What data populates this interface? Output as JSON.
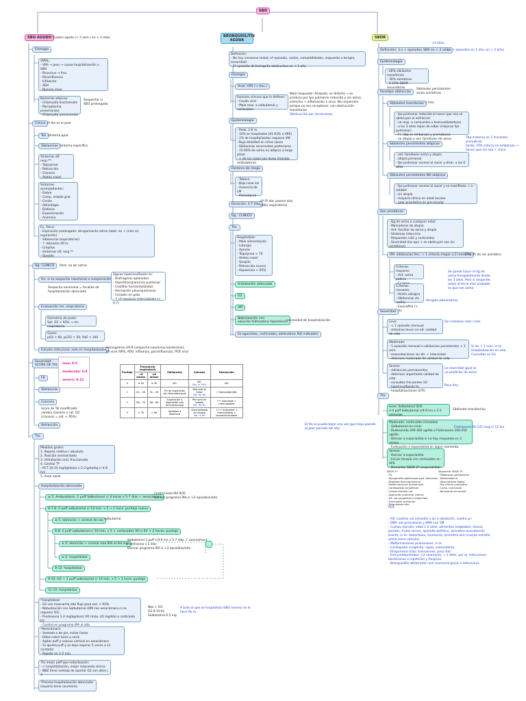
{
  "root": "SBO",
  "sbo_agudo": {
    "title": "SBO AGUDO",
    "subtitle": "Cuadro agudo (< 2 sem.) en < 3 años",
    "etiologia": "Etiología",
    "virales": "VIRAL:\n- VRS → peor → causa hospitalización x SBO\n- Rinovirus → frec.\n- Parainfluenza\n- Influenza\n- ADV\n- Nuevos virus",
    "bacterias": "Bacterias atípicas:\n- Chlamydia trachomatis\n- Mycoplasma pneumoniae\n- Chlamydia pneumoniae",
    "sospechar": "Sospechar si\nSBO prolongado",
    "clinica": "Clínica",
    "clinica_note": "3º día es el peor",
    "tos": "Tos",
    "tos_note": "Síntoma ppal.",
    "sibilancias": "Sibilancias",
    "sibilancias_note": "Síntoma específico",
    "sintomas_resp": "Síntomas dif. resp.**:\n- Taquipnea\n- Retracción\n- Cianosis\n- Aleteo nasal",
    "acompanantes": "Síntomas acompañantes:\n- Fiebre\n- Comp. estado gral.\n- Coriza\n- Odinofagia\n- Disfonía\n- Expectoración\n- Anorexia",
    "ex_fisico": "Ex. físico:\n- Espiración prolongada: atrapamiento aéreo (obst. ex + crisis en espiración)\n- Sibilancias (espiratorias)\n- ↑ diámetro AP tx\n- Crepitos\n- Síntomas dif. resp.**\n- Quejido",
    "dg": "Dg",
    "dg_val": "CLÍNICO",
    "rx_rutina": "Rxtx: no de rutina",
    "rx": "Rx",
    "rx_sospecha": "si se sospecha neumonía o complicación",
    "signos_hiper": "Signos hiperinsuflación tx:\n- Diafragmas aplanados\n- Hiperttransparencia pulmonar\n- Costillas horizontalizadas\n- Herniación pleuropulmonar\n- Corazón en gota\n- ↑ nº espacios intercostales (> 6-7)",
    "sospecha_neumonia": "Sospecha neumonía = focaliza de\nhospitalización abreviada",
    "eval_resp": "Evaluación res. respiratoria",
    "oximetria": "Oximetría de pulso:\nSat. O2 < 93% → res. respiratoria",
    "gases": "Gases:\npO2 < 60, pCO2 > 50, PaFi < 300",
    "estudio": "Estudio infeccioso",
    "estudio_val": "solo en hospitalizados",
    "hemograma": "Hemograma+PCR (sospecha neumonía bacteriana),\nIFI viral (VRS, ADV, influenza, parainfluenza), PCR viral",
    "severidad": "Severidad:\nSCORE DE TAL",
    "leve": "- leve: 0-5",
    "moderada": "- moderada: 6-8",
    "severo": "- severo: 9-12",
    "fr": "FR",
    "sibilancias2": "Sibilancias",
    "cianosis": "Cianosis",
    "cianosis_note": "Score de Tal modificado:\ncambia cianosis x sat. O2\n(cianosis = sat. < 95%)",
    "retraccion": "Retracción",
    "tto": "Tto.",
    "medidas": "Medidas grales:\n1. Reposo relativo / absoluto\n2. Posición semisentado\n3. Hidratación oral, fraccionada\n4. Control Tº\n - PCT 10-15 mg/kg/dosis c-2-3 gota/kg c/ 4-6 hrs\n5. Aseo nasal",
    "hosp_abreviada": "Hospitalización abreviada",
    "step1": "≤ 5: Ambulatorio: 2 puff Salbutamol c/ 4 horas x 5-7 días + aerocámara",
    "step1_note": "- Control bala IRA SOS\n- Derivar programa IRA si >3 episodios/año",
    "step2": "6-7-8: 2 puff salbutamol c/ 10 min. x 5 → 1 hora: puntaje nuevo",
    "step3": "≤ 5: domicilio + control de sos",
    "step3_note": "salbutamol",
    "step4": "6-8: 2 puff salbutamol c/ 10 min. x 5 + corticoides VO o EV → 2 horas: puntaje",
    "step5": "≤ 5: domicilio + control sala IRA al día sig.",
    "step5_note": "Salbutamol 2 puff c/4-6 hrs x 5-7 días. C aerocámara\nPrednisona x 5 días\nDerivar programa IRA si >3 episodios/año",
    "step6": "≥ 6: hospitalizar",
    "step7": "9-12: hospitalizar",
    "step8": "9-10: O2 + 2 puff salbutamol c/ 10 min. x 5 → 1 hora: puntaje",
    "step9": "11-12: hospitalizar",
    "hospitalizar": "*Hospitalizar:\n- O2 con mascarilla alto flujo para sat. > 93%\n- Nebulización con Salbutamol (DM con aerocámara si no requiere O2)\n- Prednisona 1-2 mg/kg/dosis VO (máx. 40 mg/día) o corticoide EV\n- Control en programa IRA al alta",
    "neb_note": "Nbz + O2:\nO2 8-10 lts\nSalbutamol 0,5 mg",
    "neb_blue": "A todo el que se hospitaliza (SBO severo) se le\nhace Rx tx",
    "aerocamara": "*Aerocámara:\n- Sentado o de pie, evitar llanto\n- Debe cubrir boca y nariz\n- Agitar puff y colocar vertical en aerocámara\n- 5s apreta puff y se deja respirar 5 veces o x1 contador\n- Repetir en 1-2 min.",
    "puff_note": "*Es mejor puff que nebulización:\n- < hospitalización, mejor respuesta clínica\n- NBZ tiene ventaja de aportar O2 con altos | 3",
    "freceso": "*Freceso hospitalización abreviada:\nmayoría tiene neumonía"
  },
  "tabla": {
    "headers": [
      "Puntaje",
      "Frecuencia respiratoria",
      "Sibilancias",
      "Cianosis",
      "Retracción"
    ],
    "sub": [
      "<6 meses",
      "≥6 meses"
    ],
    "rows": [
      [
        "0",
        "≤ 40",
        "≤ 30",
        "NO",
        "NO",
        "NO"
      ],
      [
        "1",
        "41 – 55",
        "31 – 45",
        "Fin de espiración con fonendoscopio",
        "Peri-oral al llorar",
        "+ Subcostal/diaf."
      ],
      [
        "2",
        "56 – 70",
        "46 – 60",
        "Inspiración y espiración con fonendoscopio",
        "Peri-oral en reposo",
        "++ Subcostal + intercostales"
      ],
      [
        "3",
        "> 70",
        "> 60",
        "Audibles a distancia",
        "Generalizada en reposo",
        "+++ Subcostal + intercostales + supraclaviculares"
      ]
    ],
    "sat_notes": [
      "Sat. ≥ 95%",
      "Sat. 92-94",
      "Sat. 90-91",
      "Sat. ≤ 89"
    ]
  },
  "bronquiolitis": {
    "title": "BRONQUIOLITIS\nAGUDA",
    "definicion": "Definición:\n- No hay consenso (edad, nº episodio, ruidos, comorbilidades, respuesta a terapia, severidad)\n- 1º episodio de bronquitis obstructiva en < 1 año",
    "etiologia": "Etiología",
    "viral": "Viral: VRS (→ frec.)",
    "factores_clinicos": "Factores clínicos que lo definen:\n- Cauda viral\n- Mala resp. a salbutamol y corticoides",
    "mala_resp": "Mala respuesta: fisiopato. es distinta → se\nproduce por tpo pulmonar reducida y vía aérea\nestrecha + inflamación x virus. No responden\nporque no son receptores: son obstrucción\ntransitorias.",
    "obstruccion": "Obstrucción por secreciones",
    "epidemiologia": "Epidemiología",
    "peak": "- Peak: 2-6 m.\n- 10% se hospitaliza (41-63% x VRS)\n- 2% de hospitalizados requiere VM\n- Baja letalidad en niños sanos\n- Sibilancias recurrentes posteriores\n- 15-60% de asma no atópica a largo plazo\n- > de los casos son leves (manejo ambulatorio)",
    "factores_riesgo": "Factores de riesgo",
    "riesgo": "- Tabaco\n- Bajo nivel s/e\n- Ausencia de LM\n- Prematurez",
    "duracion": "Duración: 3-7 días",
    "duracion_note": "4º-5º día: peores días\n(falla respiratoria)",
    "dg": "Dg.: CLÍNICO",
    "tto": "Tto.",
    "hospitalizar": "Hospitalizar:\n- Mala alimentación\n- Letargia\n- Apneas\n- Taquipnea > 70\n- Aleteo nasal\n- Quejido\n- Retracción severa\n- Hipoxemia < 95%",
    "hidratacion": "Hidratación adecuada",
    "o2": "O2",
    "vm": "VM",
    "nebulizacion": "Nebulización con\nsolución hidrosalina hipertónica",
    "neb_note": "- necesidad de hospitalización",
    "ez": "Ez agonistas, corticoides, adrenalina: NO indicados",
    "bajar_edad": "El tto se puede bajar una vez que haya pasado\nel peor período del año."
  },
  "sbor": {
    "title": "SBOR",
    "lt3": "<3 años",
    "definicion": "Definición: 3 o + episodios SBO en < 2 años",
    "def_blue": "3 o + episodios en 1 año, en < 3 años",
    "epidemiologia": "Epidemiología",
    "epi_vals": "- 60% sibilantes transitorios\n- 30% asmáticos\n- 5-10% SBOR secundarios",
    "fenotipos": "Fenotipo sibilancias",
    "fenotipos_note": "Sibilantes persistentes\nserán asmáticos",
    "transitorios": "Sibilantes transitorios",
    "transitorios_note": "+ frec.",
    "trans_list": "- fpz pulmonar reducida al nacer (por eso se obstruyen al enfriarse)\n- no resp. a corticoides u broncodilatadores\n- a los 3 años dejan de silbar (mejoran fpz pulmonar)\n- f.r.: tbq en embarazo y prematurez\n- no atopía o ant. familiares de asma",
    "tbq_note": "Tbq materno en 1 trimestre, premature:\ntardío. HTA crónica en embarazo →\nhacen que v/a sea + chica",
    "atopicos": "Sibilantes persistentes atópicos",
    "atop_list": "- ant. familiares asma y atopía\n- atopía personal\n- fpz pulmonar normal al nacer y dism. a los 6 años",
    "no_atopicos": "Sibilantes persistentes NO atópicos",
    "noatop_list": "- fpz pulmonar normal al nacer y se manifiesta + o - estable\n- sin atopía\n- mayoría clínica en edad escolar\n- peor pronóstico en pre-escolar",
    "sos_asmatico": "Son asmáticos:",
    "sos_list": "- Dg de asma a cualquier edad\n- Marcadores de atopía\n- Ant. familiar de asma y atopía\n- Síntomas intercrisis\n- Respuesta a B2 y corticoides\n- Severidad (los que + se obstruyen son los asmáticos)",
    "ipa": "IPA: sibilancias frec. + 1 criterio mayor o 2 menores",
    "ipa_note": "77% (P) de ser asmático",
    "mayores": "Criterios mayores:\n- Ant. asma padres\n- Eczema",
    "menores": "Criterios menores:\n- Rinitis alérgica\n- Sibilancias sin resfrío\n- Eosinofilia (> 4%)",
    "alergias": "Alergias alimentarias",
    "ipa_blue": "Se puede hacer el dg de\nasma tranquilamente desde\nlos 3 años. Pero si responde\nantes al tto lo más probable\nes que sea asma.",
    "severidad": "Severidad",
    "leve": "Leve:\n- < 1 episodio mensual\n- síntomas leves sin alt. calidad de vida",
    "leve_note": "Sin síntomas inter crisis",
    "moderado": "Moderado:\n- 1 episodio mensual o sibilancias persistentes > 1 sem\n- exacerbaciones sin dlr. + intensidad\n- deterioro moderado de calidad de vida",
    "moderado_note": "Si los > 1 mes: rs tx\nHospitalización en sala\nConsultas en SU",
    "severo": "Severo:\n- sibilancias permanentes\n- deterioro importante calidad de vida\n- consultas frecuentes SU\n- hiperinsuflación tx\n- hospitalizaciones (UTI)",
    "severo_note": "La severidad igual es\nun predictor de asma",
    "poco_frec": "Poco frec.",
    "tto": "Tto.",
    "tto_leve": "Leve: Salbutamol SOS\n2-4 puff Salbutamol c/4-6 hrs x 1-2 semanas",
    "tto_leve_note": "Sibilantes transitorios",
    "tto_mod": "Moderado: corticoides inhalados\n- Salbutamol en crisis\n- Budesonida 200-400 ug/día o Fluticasona 100-250 ug/día\n- Derivar a especialista si no hay respuesta en 3 meses\n- Evaluación x especialista en algún momento.",
    "tto_mod_note": "Fluticasona 50-125 mcg c/ 12 hrs",
    "tto_sev": "Severo:\n- Derivar a especialista\n- Iniciar terapia con corticoides en APS\n- Descartar SBOR 2º (especialista)",
    "sbor2": "SBOR 2º:\n- FQ\n- Bronquiolitis obliterante post infecciosa\n- Displasia broncopulmonar\n- Malformaciones pulmonares\n- Cardiopatías congénitas\n- Cuerpo extraño v/a\n- Aspiración pulmonar crónica\n- Alt. vía congénitas o adquiridas\n- Inmunodef. primarias\n- Disquinesia ciliar",
    "rge": "RGE",
    "sosp_sbor2": "Sospechar SBOR 2º:\n- Sibilancias persistentes\n- Deformidad tx\n- Hipocratismo digital\n- Tos crónica productiva\n- Comp. nutricional\n- Neumonía recurrente",
    "sbor2_blue": "- FQ: cuadros v/a (sinusitis x ej) a repetición, cuadro g-i\n- DBP: ant prematurez y EMH con VM\n- Cuerpo extraño: edad 1-2 años, alimentos (vegetales: chocío,\nporotos, frutos secos), episodio asfíctico, asimetría auscultación\nbronfa, rx tx: atelectasia, neumonía, asimetría aire (cuerpo extraño\nactúa como válvula).\n- Malformaciones pulmonares: rx tx\n- Cardiopatía congénita: soplo, antecedente\n- Disquinesia ciliar: bronconeas, poco frec\n- Inmunodeprimidos: <2 neumonía, + 2 otitis. por ej. Infecciones\nbacterianas a repetición y fúngicas.\n- Bronquiolitis obliterante: ant neumonía grave x adenovirus"
  }
}
